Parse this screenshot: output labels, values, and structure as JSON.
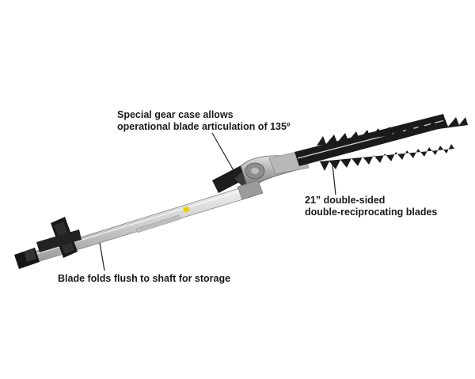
{
  "callouts": {
    "gear_case": {
      "line1": "Special gear case allows",
      "line2": "operational blade articulation of 135º"
    },
    "blades": {
      "line1": "21” double-sided",
      "line2": "double-reciprocating blades"
    },
    "fold": {
      "line1": "Blade folds flush to shaft for storage"
    }
  },
  "colors": {
    "background": "#ffffff",
    "text": "#1a1a1a",
    "blade": "#1b1b1b",
    "shaft": "#d9d9d9",
    "gear_case": "#a8a8a8",
    "leader_line": "#222222"
  }
}
